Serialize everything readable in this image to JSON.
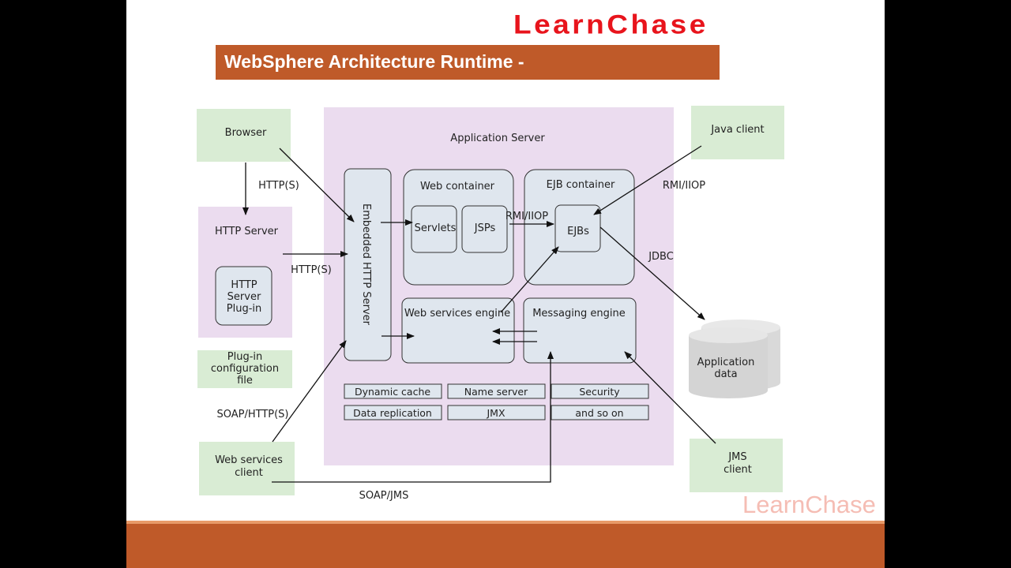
{
  "brand": {
    "logo_text": "LearnChase",
    "watermark": "LearnChase"
  },
  "slide": {
    "title": "WebSphere Architecture Runtime -"
  },
  "colors": {
    "accent": "#bf5a29",
    "brand_red": "#e8141c",
    "green_box": "#d9ecd4",
    "app_server_bg": "#ebdcef",
    "container_bg": "#dfe6ee"
  },
  "diagram": {
    "application_server": "Application Server",
    "embedded_http_server": "Embedded HTTP Server",
    "web_container": {
      "label": "Web container",
      "servlets": "Servlets",
      "jsps": "JSPs"
    },
    "ejb_container": {
      "label": "EJB container",
      "ejbs": "EJBs"
    },
    "web_services_engine": "Web services engine",
    "messaging_engine": "Messaging engine",
    "services": [
      "Dynamic cache",
      "Name server",
      "Security",
      "Data replication",
      "JMX",
      "and so on"
    ],
    "clients": {
      "browser": "Browser",
      "java_client": "Java client",
      "web_services_client": [
        "Web services",
        "client"
      ],
      "jms_client": [
        "JMS",
        "client"
      ]
    },
    "http_server": {
      "label": "HTTP Server",
      "plugin": [
        "HTTP",
        "Server",
        "Plug-in"
      ]
    },
    "plugin_config": [
      "Plug-in",
      "configuration",
      "file"
    ],
    "application_data": [
      "Application",
      "data"
    ],
    "edge_labels": {
      "browser_to_http": "HTTP(S)",
      "http_to_embedded": "HTTP(S)",
      "java_rmi": "RMI/IIOP",
      "servlets_rmi": "RMI/IIOP",
      "jdbc": "JDBC",
      "soap_http": "SOAP/HTTP(S)",
      "soap_jms": "SOAP/JMS"
    }
  }
}
